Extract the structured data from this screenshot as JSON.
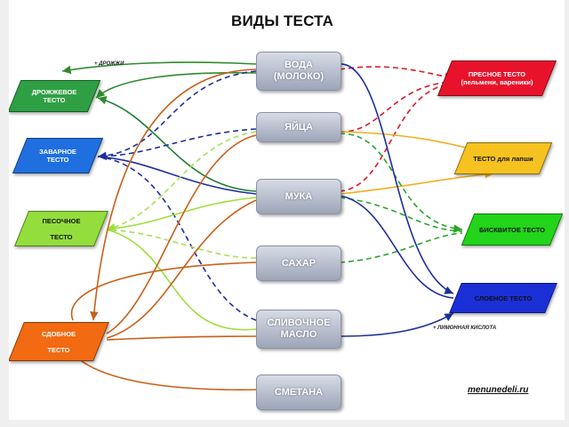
{
  "title": "ВИДЫ ТЕСТА",
  "ingredients": [
    {
      "id": "voda",
      "label": "ВОДА\n(МОЛОКО)"
    },
    {
      "id": "yaitsa",
      "label": "ЯЙЦА"
    },
    {
      "id": "muka",
      "label": "МУКА"
    },
    {
      "id": "sakhar",
      "label": "САХАР"
    },
    {
      "id": "maslo",
      "label": "СЛИВОЧНОЕ\nМАСЛО"
    },
    {
      "id": "smetana",
      "label": "СМЕТАНА"
    }
  ],
  "dough_types_left": [
    {
      "id": "drozhzhevoe",
      "label": "ДРОЖЖЕВОЕ\nТЕСТО",
      "color": "#2ea043"
    },
    {
      "id": "zavarnoe",
      "label": "ЗАВАРНОЕ\nТЕСТО",
      "color": "#1f6fe0"
    },
    {
      "id": "pesochnoe",
      "label": "ПЕСОЧНОЕ\n\nТЕСТО",
      "color": "#93dd3c"
    },
    {
      "id": "sdobnoe",
      "label": "СДОБНОЕ\n\nТЕСТО",
      "color": "#f26a12"
    }
  ],
  "dough_types_right": [
    {
      "id": "presnoe",
      "label": "ПРЕСНОЕ ТЕСТО\n(пельмени, вареники)",
      "color": "#e8132b"
    },
    {
      "id": "lapsha",
      "label": "ТЕСТО для лапши",
      "color": "#f6c21f"
    },
    {
      "id": "biskvit",
      "label": "БИСКВИТОЕ ТЕСТО",
      "color": "#22d41a"
    },
    {
      "id": "sloenoe",
      "label": "СЛОЕНОЕ ТЕСТО",
      "color": "#1a2fd6"
    }
  ],
  "notes": {
    "yeast": "+ ДРОЖЖИ",
    "citric_acid": "+ ЛИМОННАЯ КИСЛОТА"
  },
  "website": "menunedeli.ru"
}
